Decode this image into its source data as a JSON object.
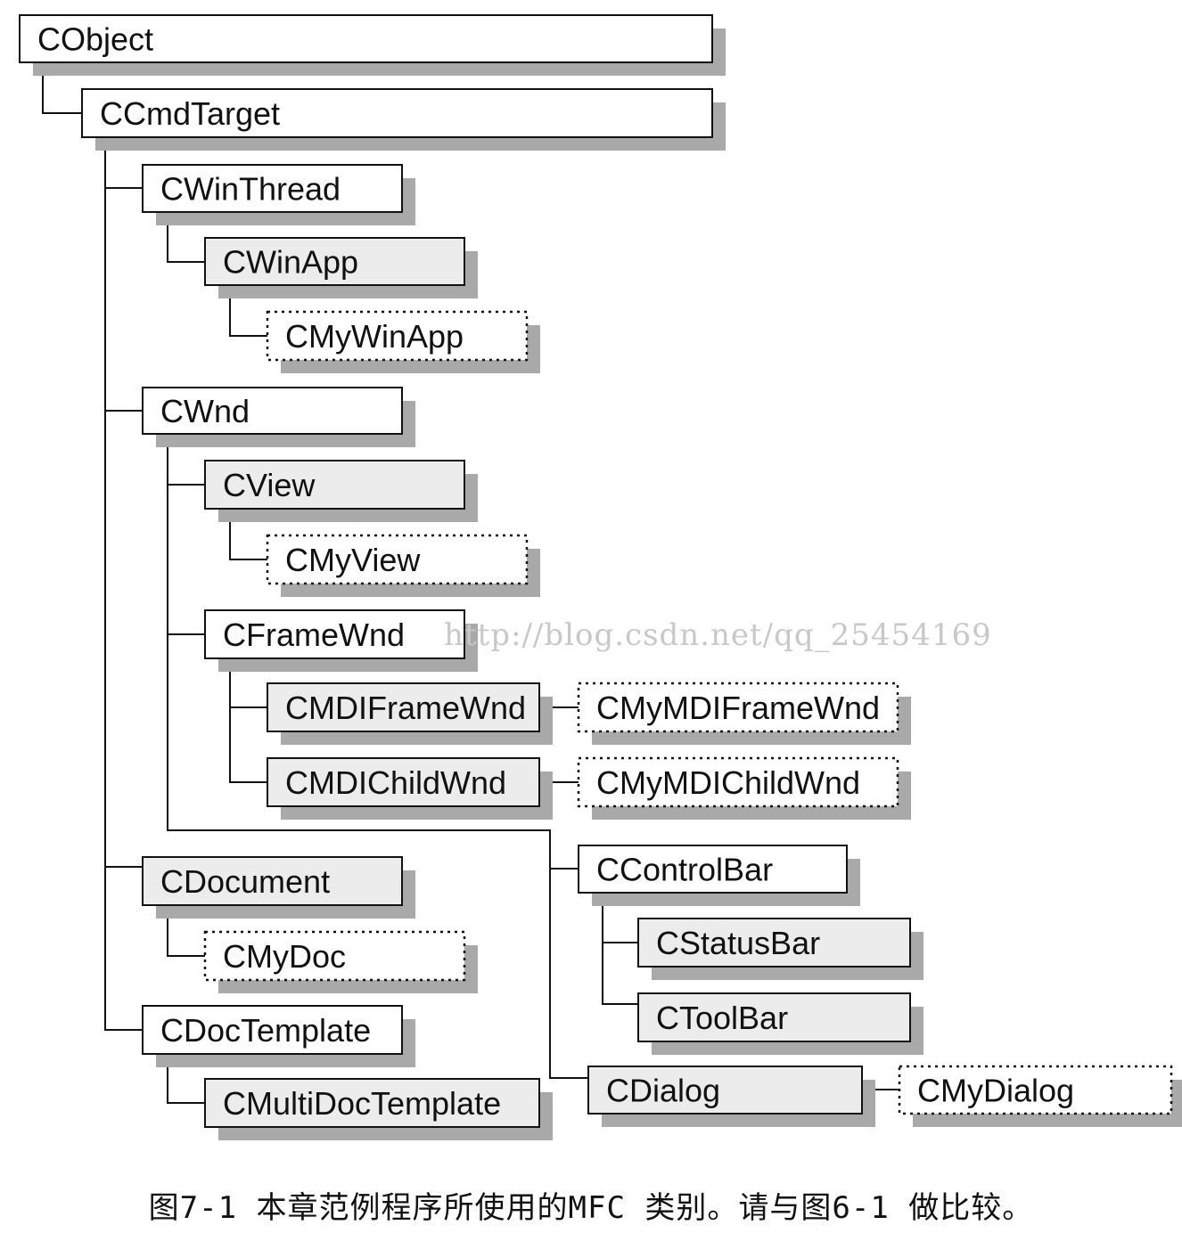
{
  "diagram": {
    "classes": [
      {
        "id": "CObject",
        "label": "CObject",
        "style": "solid",
        "fill": "#ffffff"
      },
      {
        "id": "CCmdTarget",
        "label": "CCmdTarget",
        "style": "solid",
        "fill": "#ffffff"
      },
      {
        "id": "CWinThread",
        "label": "CWinThread",
        "style": "solid",
        "fill": "#ffffff"
      },
      {
        "id": "CWinApp",
        "label": "CWinApp",
        "style": "solid",
        "fill": "#ececec"
      },
      {
        "id": "CMyWinApp",
        "label": "CMyWinApp",
        "style": "dotted",
        "fill": "#ffffff"
      },
      {
        "id": "CWnd",
        "label": "CWnd",
        "style": "solid",
        "fill": "#ffffff"
      },
      {
        "id": "CView",
        "label": "CView",
        "style": "solid",
        "fill": "#ececec"
      },
      {
        "id": "CMyView",
        "label": "CMyView",
        "style": "dotted",
        "fill": "#ffffff"
      },
      {
        "id": "CFrameWnd",
        "label": "CFrameWnd",
        "style": "solid",
        "fill": "#ffffff"
      },
      {
        "id": "CMDIFrameWnd",
        "label": "CMDIFrameWnd",
        "style": "solid",
        "fill": "#ececec"
      },
      {
        "id": "CMyMDIFrameWnd",
        "label": "CMyMDIFrameWnd",
        "style": "dotted",
        "fill": "#ffffff"
      },
      {
        "id": "CMDIChildWnd",
        "label": "CMDIChildWnd",
        "style": "solid",
        "fill": "#ececec"
      },
      {
        "id": "CMyMDIChildWnd",
        "label": "CMyMDIChildWnd",
        "style": "dotted",
        "fill": "#ffffff"
      },
      {
        "id": "CControlBar",
        "label": "CControlBar",
        "style": "solid",
        "fill": "#ffffff"
      },
      {
        "id": "CStatusBar",
        "label": "CStatusBar",
        "style": "solid",
        "fill": "#ececec"
      },
      {
        "id": "CToolBar",
        "label": "CToolBar",
        "style": "solid",
        "fill": "#ececec"
      },
      {
        "id": "CDialog",
        "label": "CDialog",
        "style": "solid",
        "fill": "#ececec"
      },
      {
        "id": "CMyDialog",
        "label": "CMyDialog",
        "style": "dotted",
        "fill": "#ffffff"
      },
      {
        "id": "CDocument",
        "label": "CDocument",
        "style": "solid",
        "fill": "#ececec"
      },
      {
        "id": "CMyDoc",
        "label": "CMyDoc",
        "style": "dotted",
        "fill": "#ffffff"
      },
      {
        "id": "CDocTemplate",
        "label": "CDocTemplate",
        "style": "solid",
        "fill": "#ffffff"
      },
      {
        "id": "CMultiDocTemplate",
        "label": "CMultiDocTemplate",
        "style": "solid",
        "fill": "#ececec"
      }
    ],
    "inheritance": [
      {
        "parent": "CObject",
        "child": "CCmdTarget"
      },
      {
        "parent": "CCmdTarget",
        "child": "CWinThread"
      },
      {
        "parent": "CWinThread",
        "child": "CWinApp"
      },
      {
        "parent": "CWinApp",
        "child": "CMyWinApp"
      },
      {
        "parent": "CCmdTarget",
        "child": "CWnd"
      },
      {
        "parent": "CWnd",
        "child": "CView"
      },
      {
        "parent": "CView",
        "child": "CMyView"
      },
      {
        "parent": "CWnd",
        "child": "CFrameWnd"
      },
      {
        "parent": "CFrameWnd",
        "child": "CMDIFrameWnd"
      },
      {
        "parent": "CMDIFrameWnd",
        "child": "CMyMDIFrameWnd"
      },
      {
        "parent": "CFrameWnd",
        "child": "CMDIChildWnd"
      },
      {
        "parent": "CMDIChildWnd",
        "child": "CMyMDIChildWnd"
      },
      {
        "parent": "CWnd",
        "child": "CControlBar"
      },
      {
        "parent": "CControlBar",
        "child": "CStatusBar"
      },
      {
        "parent": "CControlBar",
        "child": "CToolBar"
      },
      {
        "parent": "CWnd",
        "child": "CDialog"
      },
      {
        "parent": "CDialog",
        "child": "CMyDialog"
      },
      {
        "parent": "CCmdTarget",
        "child": "CDocument"
      },
      {
        "parent": "CDocument",
        "child": "CMyDoc"
      },
      {
        "parent": "CCmdTarget",
        "child": "CDocTemplate"
      },
      {
        "parent": "CDocTemplate",
        "child": "CMultiDocTemplate"
      }
    ],
    "watermark": "http://blog.csdn.net/qq_25454169",
    "colors": {
      "line": "#111111",
      "shadow": "#a9a9a9",
      "plain_fill": "#ffffff",
      "framework_fill": "#ececec"
    }
  },
  "caption": "图7-1 本章范例程序所使用的MFC 类别。请与图6-1 做比较。"
}
